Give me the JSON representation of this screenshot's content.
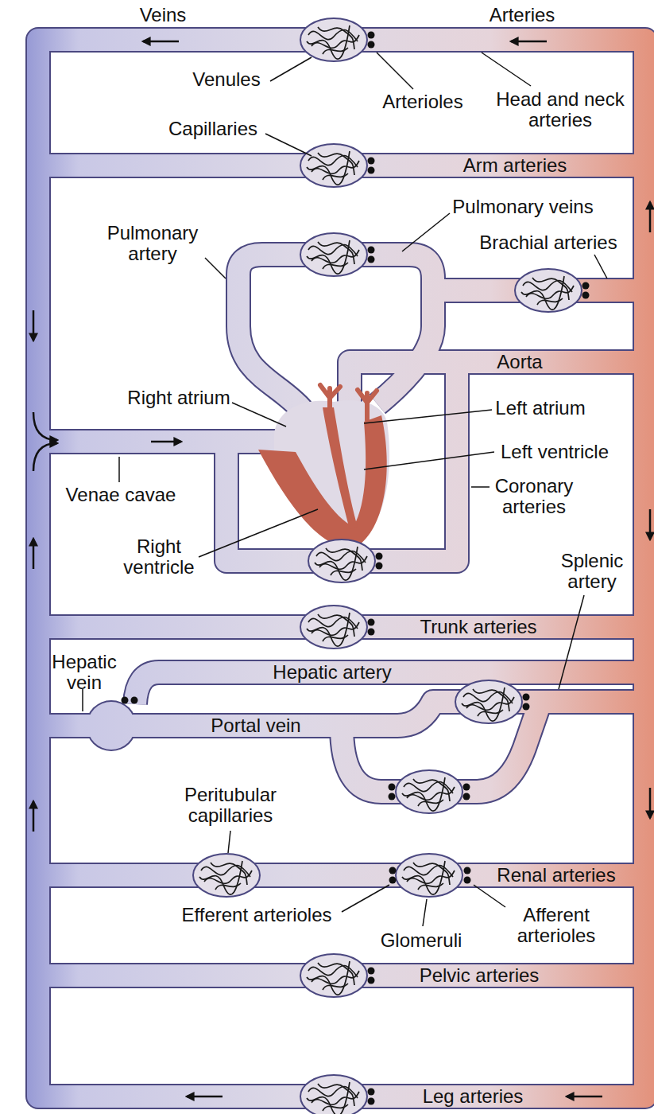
{
  "diagram": {
    "labels": [
      "Veins",
      "Arteries",
      "Venules",
      "Arterioles",
      "Head and neck arteries",
      "Capillaries",
      "Arm arteries",
      "Pulmonary veins",
      "Pulmonary artery",
      "Brachial arteries",
      "Aorta",
      "Right atrium",
      "Left atrium",
      "Left ventricle",
      "Venae cavae",
      "Coronary arteries",
      "Right ventricle",
      "Splenic artery",
      "Trunk arteries",
      "Hepatic vein",
      "Hepatic artery",
      "Portal vein",
      "Peritubular capillaries",
      "Renal arteries",
      "Efferent arterioles",
      "Glomeruli",
      "Afferent arterioles",
      "Pelvic arteries",
      "Leg arteries"
    ]
  }
}
